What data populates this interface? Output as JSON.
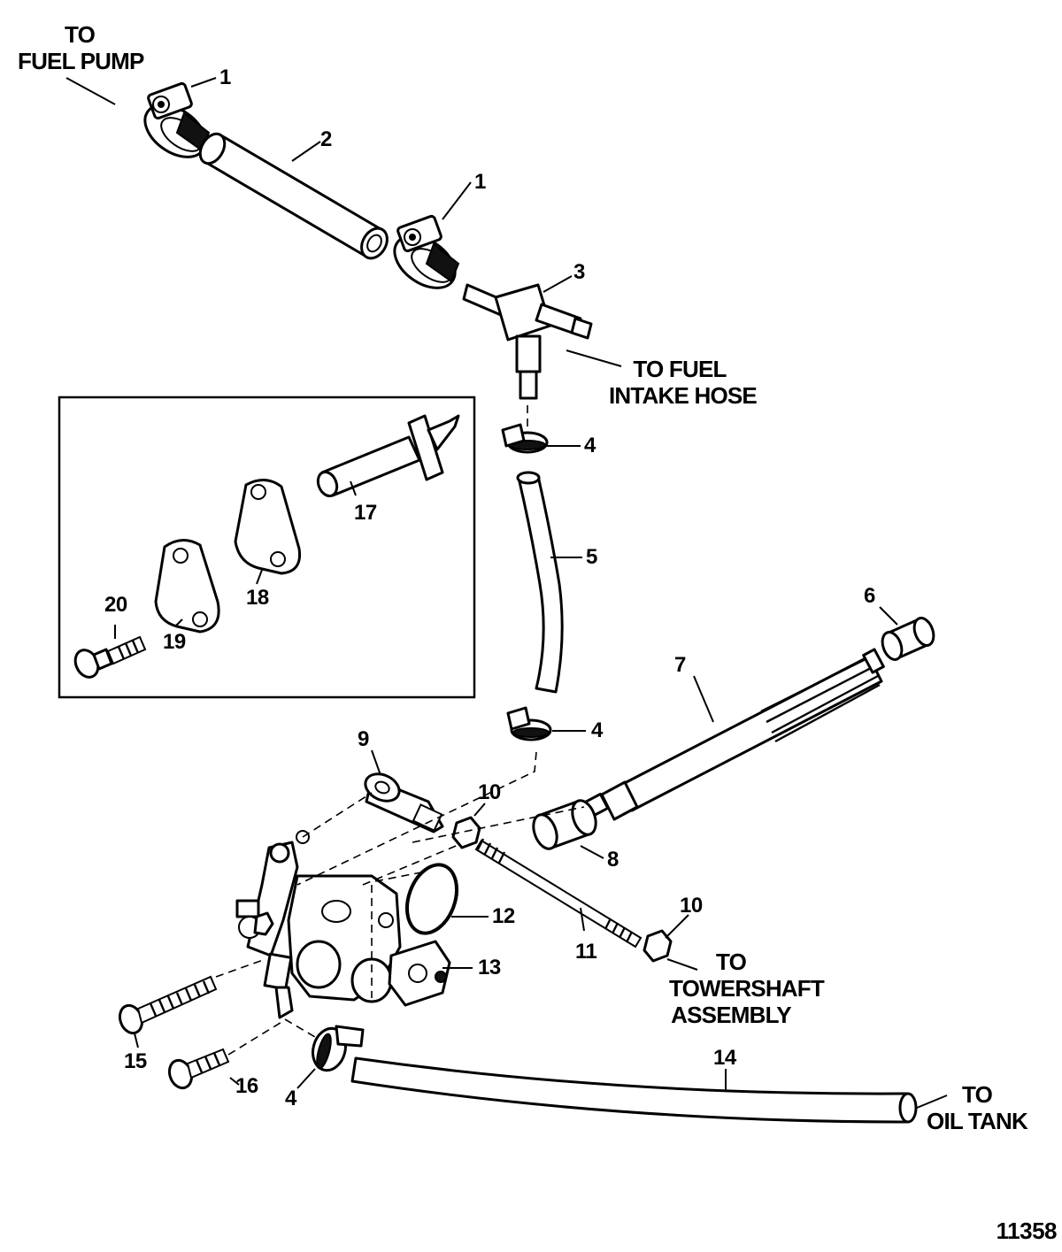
{
  "diagram": {
    "figure_number": "11358",
    "notes": {
      "to_fuel_pump": [
        "TO",
        "FUEL PUMP"
      ],
      "to_fuel_intake_hose": [
        "TO FUEL",
        "INTAKE HOSE"
      ],
      "to_towershaft_assembly": [
        "TO",
        "TOWERSHAFT",
        "ASSEMBLY"
      ],
      "to_oil_tank": [
        "TO",
        "OIL TANK"
      ]
    },
    "callouts": {
      "c1a": "1",
      "c1b": "1",
      "c2": "2",
      "c3": "3",
      "c4a": "4",
      "c4b": "4",
      "c4c": "4",
      "c5": "5",
      "c6": "6",
      "c7": "7",
      "c8": "8",
      "c9": "9",
      "c10a": "10",
      "c10b": "10",
      "c11": "11",
      "c12": "12",
      "c13": "13",
      "c14": "14",
      "c15": "15",
      "c16": "16",
      "c17": "17",
      "c18": "18",
      "c19": "19",
      "c20": "20"
    }
  }
}
